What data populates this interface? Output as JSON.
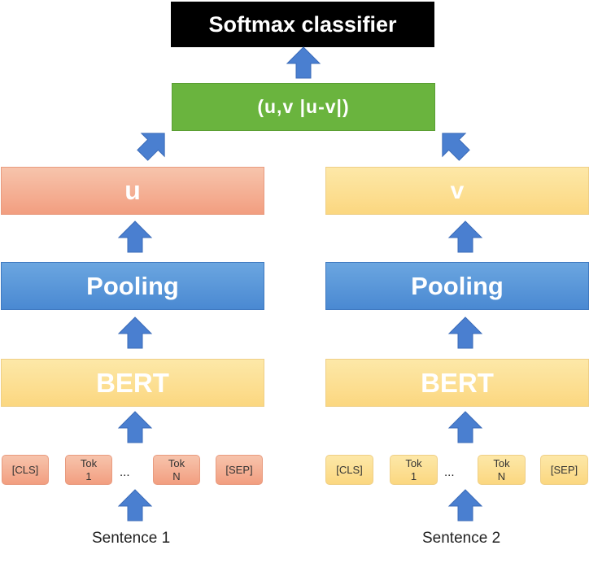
{
  "classifier": {
    "label": "Softmax classifier"
  },
  "concat": {
    "label": "(u,v |u-v|)"
  },
  "left": {
    "vector": "u",
    "pooling": "Pooling",
    "encoder": "BERT",
    "tokens": {
      "cls": "[CLS]",
      "tok1_a": "Tok",
      "tok1_b": "1",
      "ellipsis": "...",
      "tokn_a": "Tok",
      "tokn_b": "N",
      "sep": "[SEP]"
    },
    "sentence": "Sentence 1"
  },
  "right": {
    "vector": "v",
    "pooling": "Pooling",
    "encoder": "BERT",
    "tokens": {
      "cls": "[CLS]",
      "tok1_a": "Tok",
      "tok1_b": "1",
      "ellipsis": "...",
      "tokn_a": "Tok",
      "tokn_b": "N",
      "sep": "[SEP]"
    },
    "sentence": "Sentence 2"
  },
  "colors": {
    "arrow": "#4a7fd0",
    "classifier_bg": "#000000",
    "concat_bg": "#6ab43e",
    "u_bg": "#f4ae92",
    "v_bg": "#fcdf90",
    "pooling_bg": "#5a96d8",
    "bert_bg": "#fcdf90"
  }
}
